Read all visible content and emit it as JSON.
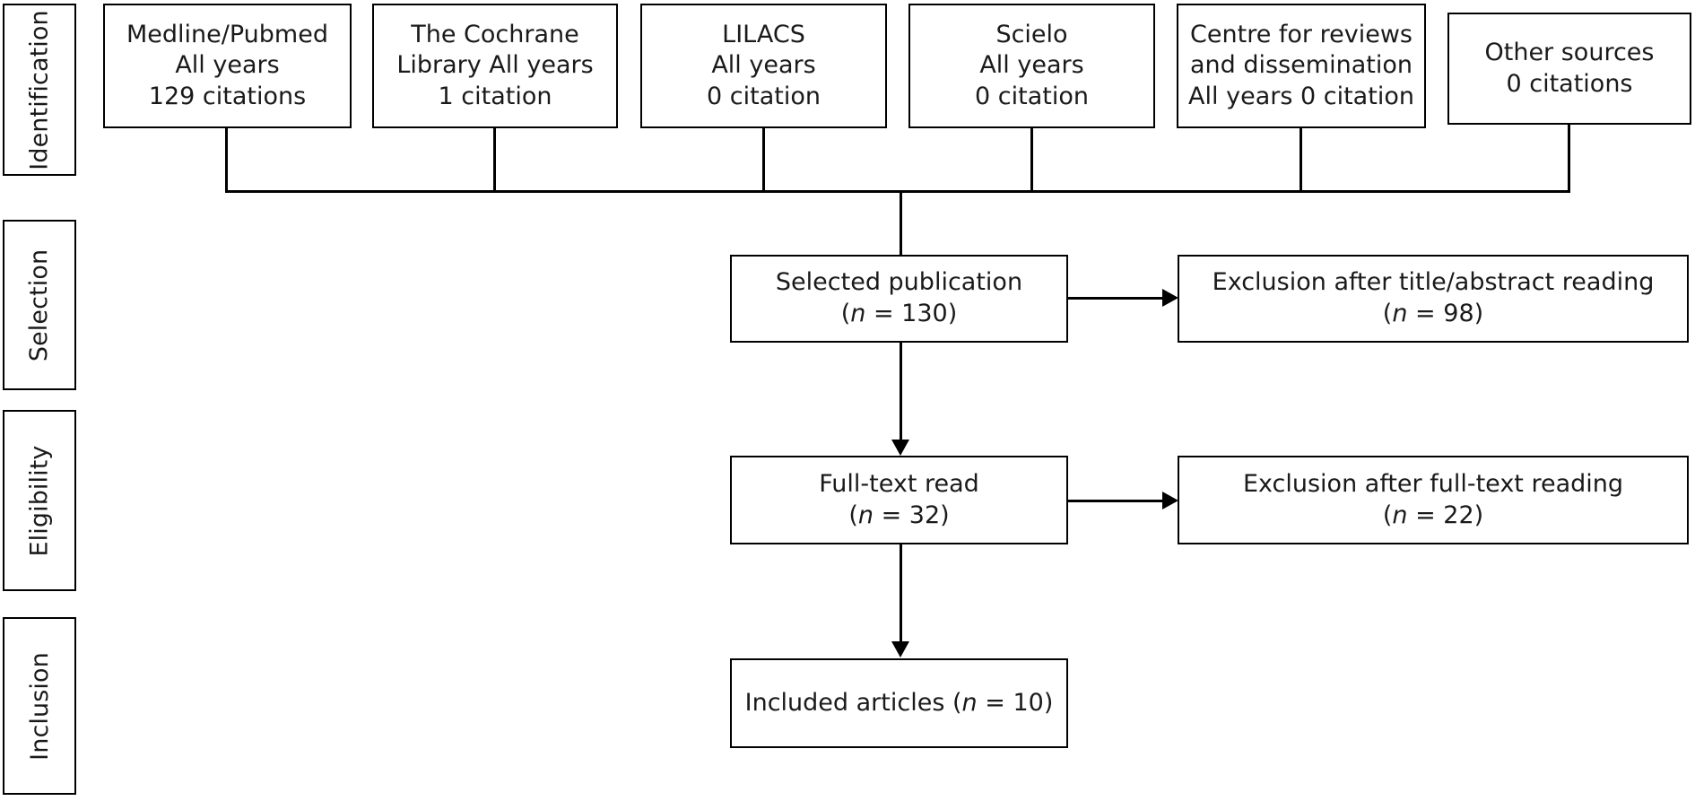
{
  "diagram": {
    "type": "prisma-flow-diagram",
    "title": "PRISMA study selection flow diagram",
    "stroke_color": "#000000",
    "background_color": "#ffffff",
    "text_color": "#1a1a1a"
  },
  "stages": [
    {
      "id": "identification",
      "label": "Identification"
    },
    {
      "id": "selection",
      "label": "Selection"
    },
    {
      "id": "eligibility",
      "label": "Eligibility"
    },
    {
      "id": "inclusion",
      "label": "Inclusion"
    }
  ],
  "sources": [
    {
      "id": "medline-pubmed",
      "line1": "Medline/Pubmed",
      "line2": "All years",
      "line3": "129 citations",
      "count": 129
    },
    {
      "id": "cochrane-library",
      "line1": "The Cochrane",
      "line2": "Library All years",
      "line3": "1 citation",
      "count": 1
    },
    {
      "id": "lilacs",
      "line1": "LILACS",
      "line2": "All years",
      "line3": "0 citation",
      "count": 0
    },
    {
      "id": "scielo",
      "line1": "Scielo",
      "line2": "All years",
      "line3": "0 citation",
      "count": 0
    },
    {
      "id": "centre-reviews-dissemination",
      "line1": "Centre for reviews",
      "line2": "and dissemination",
      "line3": "All years 0 citation",
      "count": 0
    },
    {
      "id": "other-sources",
      "line1": "Other sources",
      "line2": "0 citations",
      "line3": "",
      "count": 0
    }
  ],
  "flow": {
    "selected_publication": {
      "label": "Selected publication",
      "n_prefix": "(",
      "n_symbol": "n",
      "n_equals": " = ",
      "n_value": "130",
      "n_suffix": ")"
    },
    "exclusion_title_abstract": {
      "label": "Exclusion after title/abstract reading",
      "n_prefix": "(",
      "n_symbol": "n",
      "n_equals": " = ",
      "n_value": "98",
      "n_suffix": ")"
    },
    "full_text_read": {
      "label": "Full-text read",
      "n_prefix": "(",
      "n_symbol": "n",
      "n_equals": " = ",
      "n_value": "32",
      "n_suffix": ")"
    },
    "exclusion_full_text": {
      "label": "Exclusion after full-text reading",
      "n_prefix": "(",
      "n_symbol": "n",
      "n_equals": " = ",
      "n_value": "22",
      "n_suffix": ")"
    },
    "included_articles": {
      "label": "Included articles ",
      "n_prefix": "(",
      "n_symbol": "n",
      "n_equals": " = ",
      "n_value": "10",
      "n_suffix": ")"
    }
  },
  "chart_data": {
    "type": "diagram",
    "title": "PRISMA flow of study identification, selection, eligibility and inclusion",
    "identification_counts": {
      "Medline/Pubmed": 129,
      "The Cochrane Library": 1,
      "LILACS": 0,
      "Scielo": 0,
      "Centre for reviews and dissemination": 0,
      "Other sources": 0,
      "total": 130
    },
    "screening_counts": {
      "selected_publication": 130,
      "excluded_title_abstract": 98,
      "full_text_read": 32,
      "excluded_full_text": 22,
      "included_articles": 10
    }
  }
}
